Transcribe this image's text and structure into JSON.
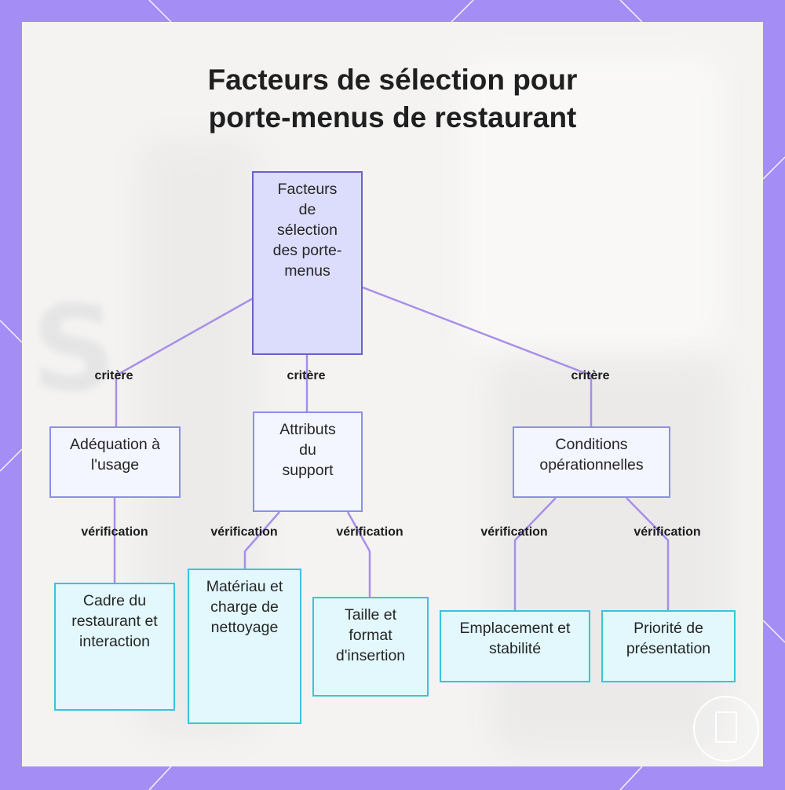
{
  "title": {
    "line1": "Facteurs de sélection pour",
    "line2": "porte-menus de restaurant"
  },
  "colors": {
    "frame": "#a48ef6",
    "root_fill": "#dcdcfc",
    "root_border": "#6b62c5",
    "category_fill": "#f3f5ff",
    "category_border": "#8b8fe6",
    "leaf_fill": "#e2f8fc",
    "leaf_border": "#35c6d9",
    "edge": "#a98ee8"
  },
  "nodes": {
    "root": {
      "label": "Facteurs de sélection des porte-menus"
    },
    "usage": {
      "label": "Adéquation à l'usage"
    },
    "support": {
      "label": "Attributs du support"
    },
    "operations": {
      "label": "Conditions opérationnelles"
    },
    "cadre": {
      "label": "Cadre du restaurant et interaction"
    },
    "materiau": {
      "label": "Matériau et charge de nettoyage"
    },
    "taille": {
      "label": "Taille et format d'insertion"
    },
    "emplacement": {
      "label": "Emplacement et stabilité"
    },
    "priorite": {
      "label": "Priorité de présentation"
    }
  },
  "edge_labels": {
    "critere_1": "critère",
    "critere_2": "critère",
    "critere_3": "critère",
    "verif_1": "vérification",
    "verif_2": "vérification",
    "verif_3": "vérification",
    "verif_4": "vérification",
    "verif_5": "vérification"
  },
  "badge_icon": "tablet-icon"
}
